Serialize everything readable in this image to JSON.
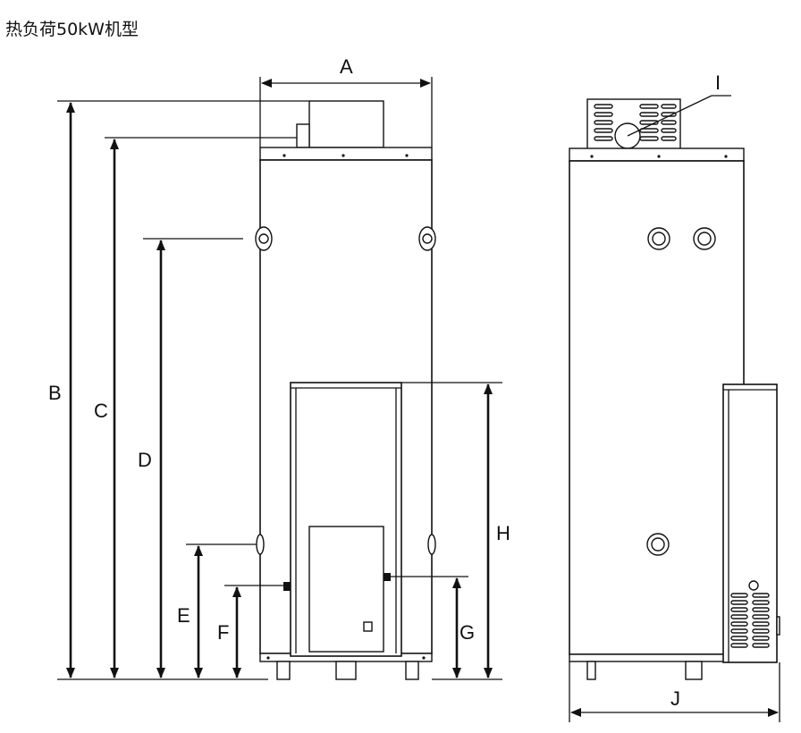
{
  "title": "热负荷50kW机型",
  "labels": {
    "A": "A",
    "B": "B",
    "C": "C",
    "D": "D",
    "E": "E",
    "F": "F",
    "G": "G",
    "H": "H",
    "I": "I",
    "J": "J"
  }
}
